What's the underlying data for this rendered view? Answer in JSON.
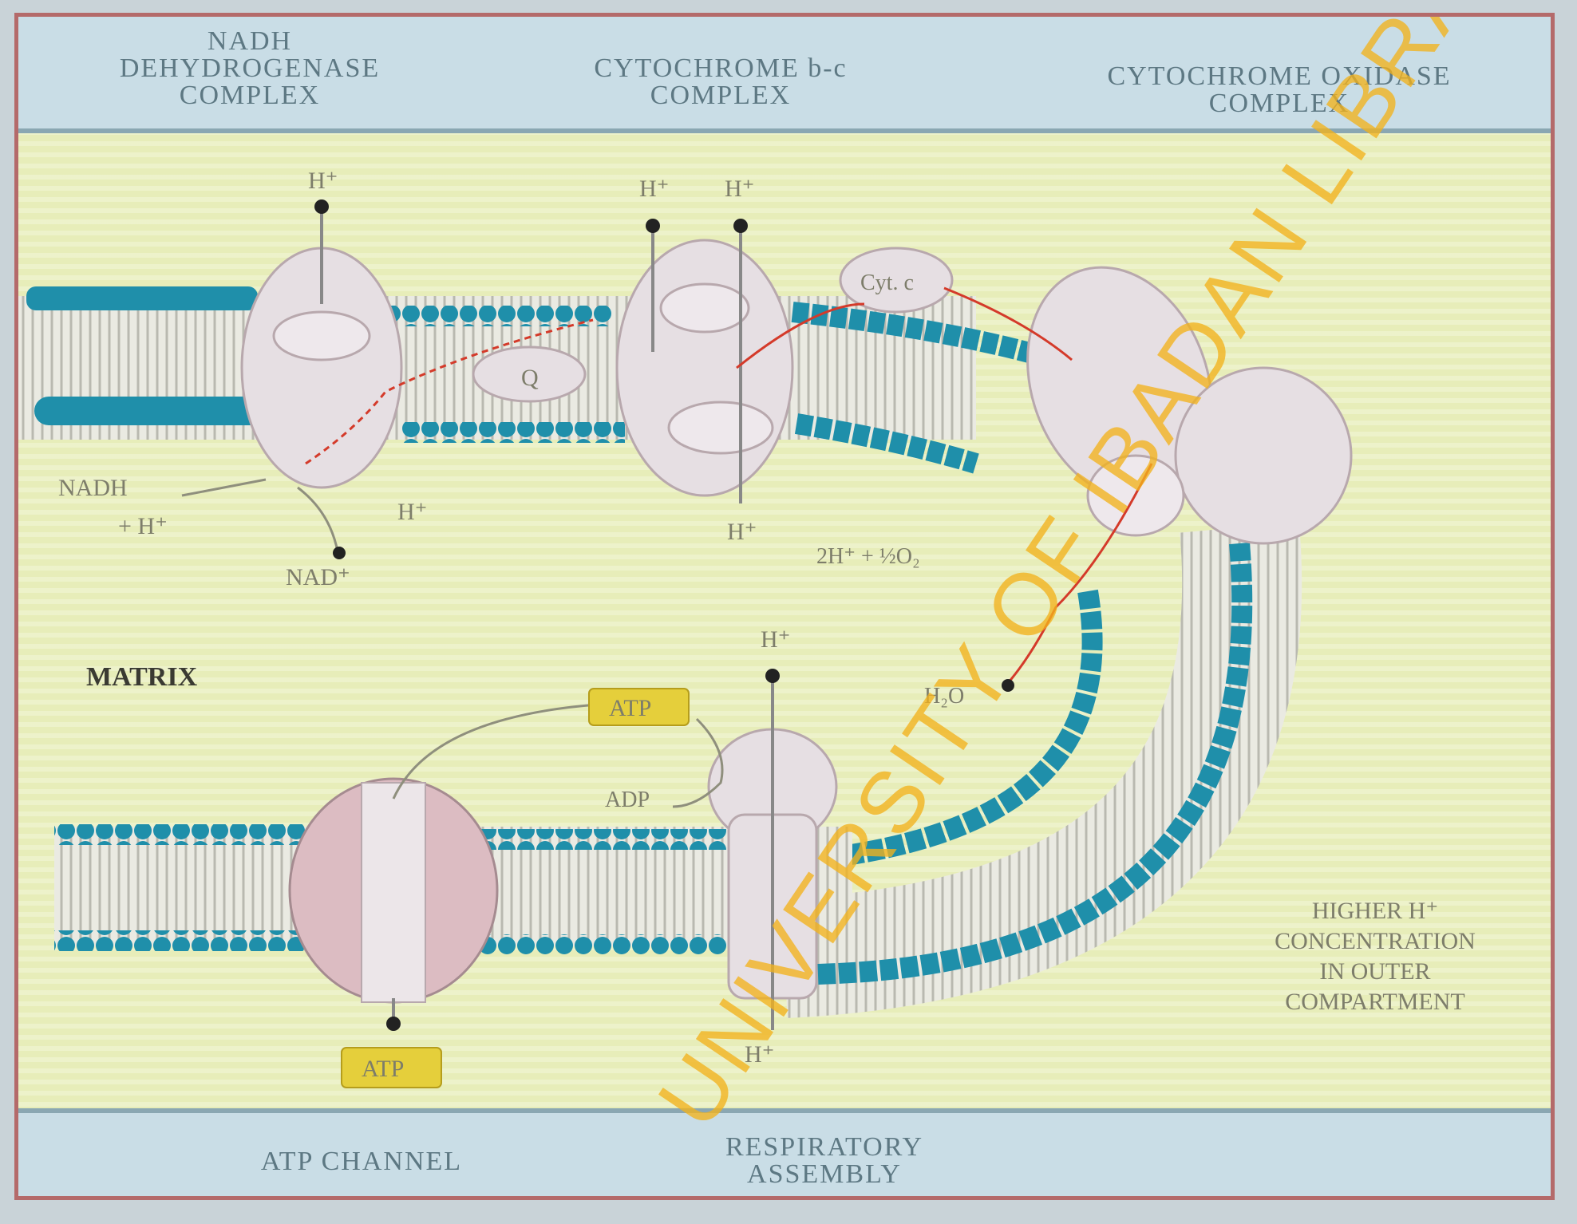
{
  "headers": {
    "nadh": "NADH\nDEHYDROGENASE\nCOMPLEX",
    "bc1": "CYTOCHROME b-c\nCOMPLEX",
    "oxidase": "CYTOCHROME OXIDASE\nCOMPLEX"
  },
  "footers": {
    "atp_channel": "ATP CHANNEL",
    "respiratory": "RESPIRATORY\nASSEMBLY"
  },
  "labels": {
    "h_plus": "H⁺",
    "nadh": "NADH",
    "nadh_h": "+ H⁺",
    "nad": "NAD⁺",
    "q": "Q",
    "cyt_c": "Cyt. c",
    "oxygen": "2H⁺ + ½O₂",
    "water": "H₂O",
    "matrix": "MATRIX",
    "atp": "ATP",
    "adp": "ADP",
    "outer_line1": "HIGHER H⁺",
    "outer_line2": "CONCENTRATION",
    "outer_line3": "IN OUTER",
    "outer_line4": "COMPARTMENT"
  },
  "watermark": "UNIVERSITY OF IBADAN LIBRARY",
  "colors": {
    "membrane_heads": "#1f8faa",
    "protein": "#e6dfe3",
    "atp_box": "#e5cf3b",
    "watermark": "#f2b21c",
    "arrow": "#d43a2a"
  }
}
